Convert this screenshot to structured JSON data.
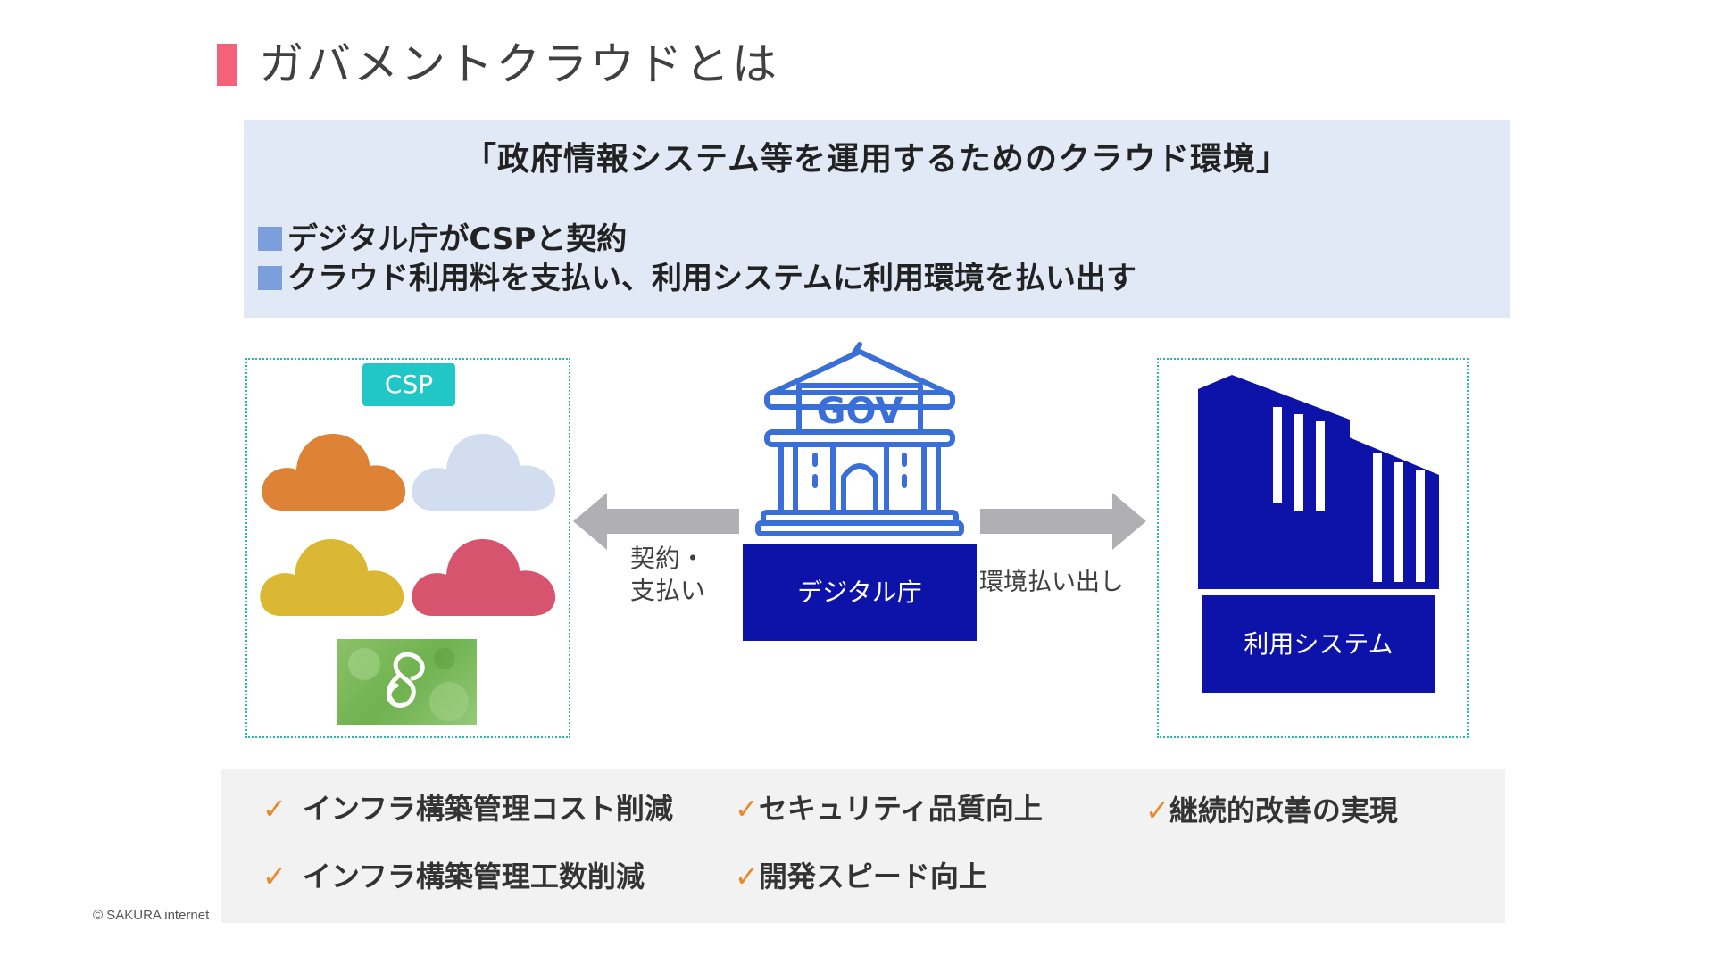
{
  "page": {
    "title": "ガバメントクラウドとは",
    "accent_color": "#f4627a",
    "copyright": "© SAKURA internet"
  },
  "definition": {
    "heading": "「政府情報システム等を運用するためのクラウド環境」",
    "bullets": [
      "デジタル庁がCSPと契約",
      "クラウド利用料を支払い、利用システムに利用環境を払い出す"
    ],
    "bullet_color": "#7b9fdc",
    "background": "#e2e9f6"
  },
  "diagram": {
    "csp_label": "CSP",
    "cloud_colors": [
      "#de8236",
      "#d2def0",
      "#dbb834",
      "#d6546e"
    ],
    "gov_icon_text": "GOV",
    "gov_label": "デジタル庁",
    "system_label": "利用システム",
    "arrow_left_label_line1": "契約・",
    "arrow_left_label_line2": "支払い",
    "arrow_right_label": "環境払い出し",
    "box_color": "#0d13a8",
    "icon_color": "#3a6fd8",
    "arrow_color": "#b0b0b4",
    "icons": [
      "gov-building-icon",
      "office-buildings-icon",
      "cloud-icon",
      "sakura-logo-icon"
    ]
  },
  "benefits": {
    "check_symbol": "✓",
    "items": [
      "インフラ構築管理コスト削減",
      "インフラ構築管理工数削減",
      "セキュリティ品質向上",
      "開発スピード向上",
      "継続的改善の実現"
    ]
  }
}
